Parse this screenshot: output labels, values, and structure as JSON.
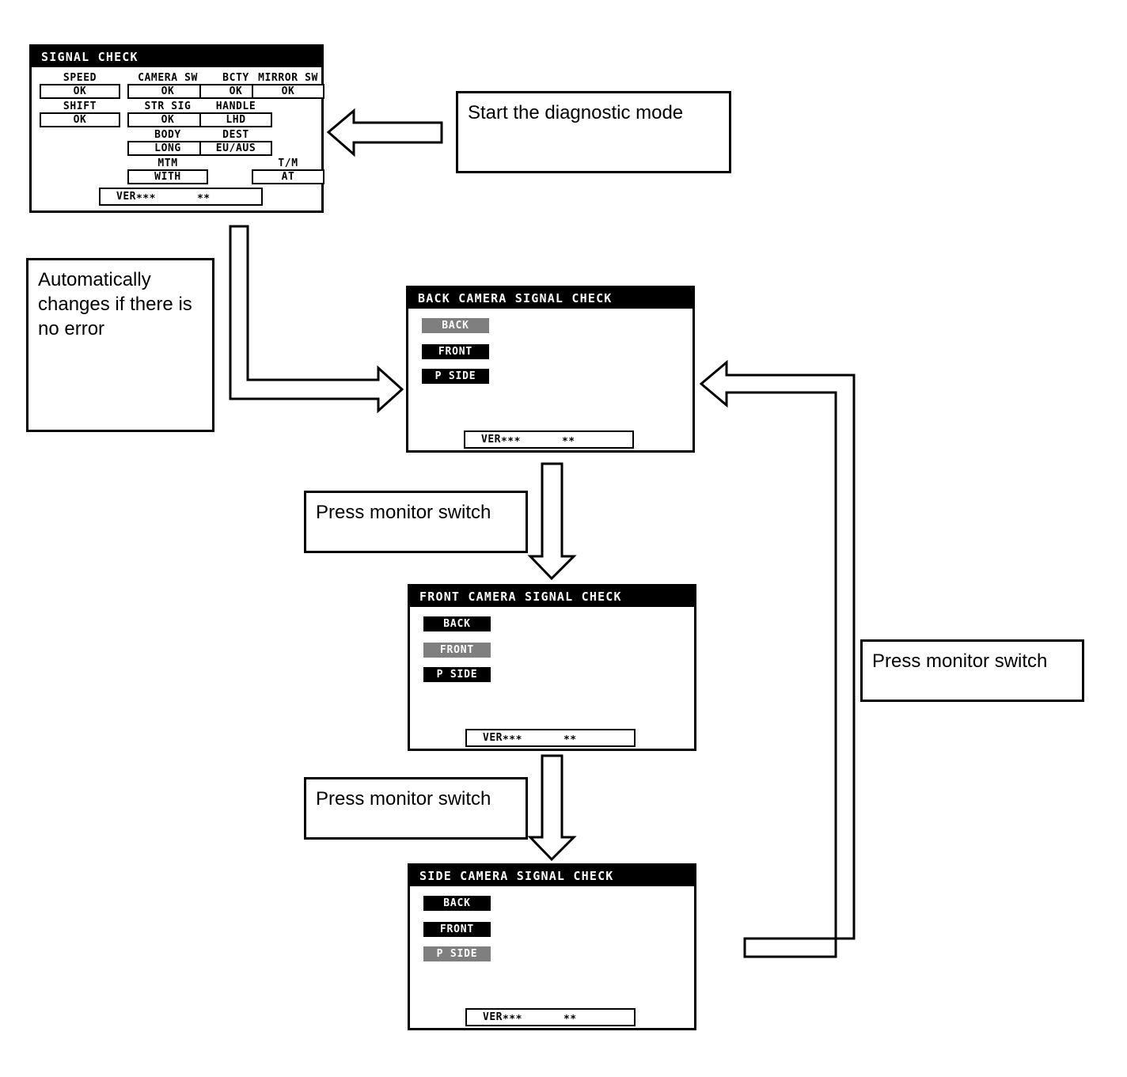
{
  "diagram": {
    "title": "Camera signal check diagnostic flow",
    "accent_color": "#000000",
    "selected_color": "#7f7f7f",
    "unselected_color": "#000000"
  },
  "screens": {
    "signal_check": {
      "title": "SIGNAL CHECK",
      "rows": [
        [
          {
            "header": "SPEED",
            "value": "OK"
          },
          {
            "header": "CAMERA SW",
            "value": "OK"
          },
          {
            "header": "BCTY",
            "value": "OK"
          },
          {
            "header": "MIRROR SW",
            "value": "OK"
          }
        ],
        [
          {
            "header": "SHIFT",
            "value": "OK"
          },
          {
            "header": "STR SIG",
            "value": "OK"
          },
          {
            "header": "HANDLE",
            "value": "LHD"
          }
        ],
        [
          {
            "header": "BODY",
            "value": "LONG"
          },
          {
            "header": "DEST",
            "value": "EU/AUS"
          }
        ],
        [
          {
            "header": "MTM",
            "value": "WITH"
          },
          {
            "header": "T/M",
            "value": "AT"
          }
        ]
      ],
      "version": {
        "label": "VER∗∗∗",
        "stars": "∗∗"
      }
    },
    "back_camera": {
      "title": "BACK CAMERA SIGNAL CHECK",
      "buttons": [
        {
          "label": "BACK",
          "state": "selected"
        },
        {
          "label": "FRONT",
          "state": "unselected"
        },
        {
          "label": "P SIDE",
          "state": "unselected"
        }
      ],
      "version": {
        "label": "VER∗∗∗",
        "stars": "∗∗"
      }
    },
    "front_camera": {
      "title": "FRONT CAMERA SIGNAL CHECK",
      "buttons": [
        {
          "label": "BACK",
          "state": "unselected"
        },
        {
          "label": "FRONT",
          "state": "selected"
        },
        {
          "label": "P SIDE",
          "state": "unselected"
        }
      ],
      "version": {
        "label": "VER∗∗∗",
        "stars": "∗∗"
      }
    },
    "side_camera": {
      "title": "SIDE CAMERA SIGNAL CHECK",
      "buttons": [
        {
          "label": "BACK",
          "state": "unselected"
        },
        {
          "label": "FRONT",
          "state": "unselected"
        },
        {
          "label": "P SIDE",
          "state": "selected"
        }
      ],
      "version": {
        "label": "VER∗∗∗",
        "stars": "∗∗"
      }
    }
  },
  "notes": {
    "start_diagnostic": "Start the diagnostic mode",
    "auto_change": "Automatically changes if there is no error",
    "press_switch_1": "Press monitor switch",
    "press_switch_2": "Press monitor switch",
    "press_switch_3": "Press monitor switch"
  },
  "arrows": [
    {
      "name": "start-to-signal-check",
      "direction": "left"
    },
    {
      "name": "signal-check-to-back-camera",
      "direction": "elbow-down-right"
    },
    {
      "name": "back-to-front-camera",
      "direction": "down"
    },
    {
      "name": "front-to-side-camera",
      "direction": "down"
    },
    {
      "name": "side-camera-return-to-back-camera",
      "direction": "elbow-up-left"
    }
  ]
}
